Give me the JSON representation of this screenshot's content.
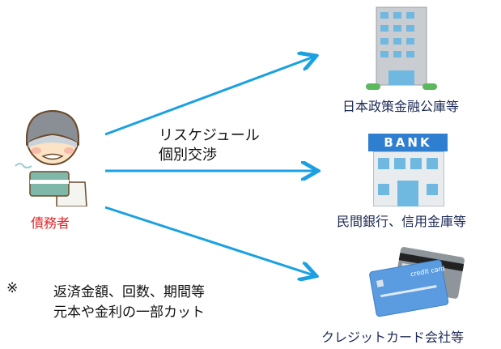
{
  "debtor": {
    "label": "債務者"
  },
  "center_text": {
    "line1": "リスケジュール",
    "line2": "個別交渉"
  },
  "targets": [
    {
      "label": "日本政策金融公庫等",
      "icon": "office-building-icon"
    },
    {
      "label": "民間銀行、信用金庫等",
      "icon": "bank-icon",
      "sign": "BANK"
    },
    {
      "label": "クレジットカード会社等",
      "icon": "credit-card-icon",
      "card_text": "credit card"
    }
  ],
  "note": {
    "mark": "※",
    "line1": "返済金額、回数、期間等",
    "line2": "元本や金利の一部カット"
  },
  "colors": {
    "arrow": "#1ba1e2",
    "debtor_label": "#e0262a",
    "target_label": "#1c2a55"
  }
}
